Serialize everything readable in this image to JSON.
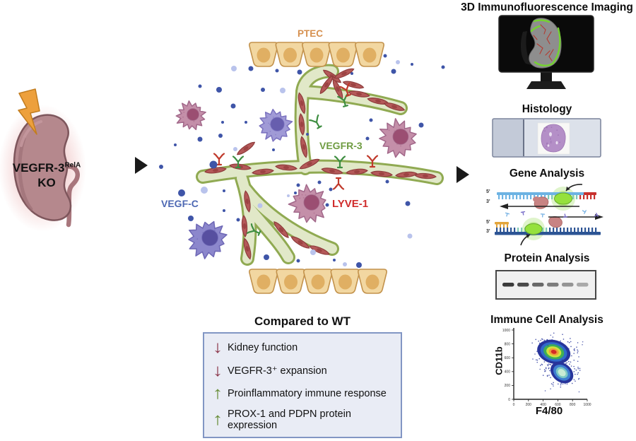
{
  "left": {
    "kidney_line1": "VEGFR-3",
    "kidney_sup": "RelA",
    "kidney_line2": "KO"
  },
  "center": {
    "ptec_label": "PTEC",
    "vegfc_label": "VEGF-C",
    "vegfr3_label": "VEGFR-3",
    "lyve1_label": "LYVE-1"
  },
  "comparison": {
    "title": "Compared to WT",
    "items": [
      {
        "arrow": "↓",
        "dir": "down",
        "text": "Kidney function"
      },
      {
        "arrow": "↓",
        "dir": "down",
        "text": "VEGFR-3⁺ expansion"
      },
      {
        "arrow": "↑",
        "dir": "up",
        "text": "Proinflammatory immune response"
      },
      {
        "arrow": "↑",
        "dir": "up",
        "text": "PROX-1 and PDPN protein expression"
      }
    ]
  },
  "right": {
    "titles": [
      "3D Immunofluorescence Imaging",
      "Histology",
      "Gene Analysis",
      "Protein Analysis",
      "Immune Cell Analysis"
    ]
  },
  "gene_analysis": {
    "labels": [
      "5'",
      "3'",
      "5'",
      "3'"
    ]
  },
  "protein": {
    "bands": [
      "#3a3a3a",
      "#4a4a4a",
      "#686868",
      "#7d7d7d",
      "#949494",
      "#a9a9a9"
    ]
  },
  "chart_data": {
    "type": "scatter",
    "subtype": "flow-cytometry-density",
    "title": "Immune Cell Analysis",
    "xlabel": "F4/80",
    "ylabel": "CD11b",
    "xlim": [
      0,
      1000
    ],
    "ylim": [
      0,
      1000
    ],
    "xticks": [
      0,
      200,
      400,
      600,
      800,
      1000
    ],
    "yticks": [
      0,
      200,
      400,
      600,
      800,
      1000
    ],
    "populations": [
      {
        "name": "CD11b-high dense population (red core)",
        "cx": 545,
        "cy": 685,
        "rx": 230,
        "ry": 170,
        "rot": 15,
        "layers": [
          {
            "color": "#27349b",
            "s": 1
          },
          {
            "color": "#2f6ac9",
            "s": 0.8
          },
          {
            "color": "#3fae55",
            "s": 0.62
          },
          {
            "color": "#cfe23c",
            "s": 0.45
          },
          {
            "color": "#ef9f3b",
            "s": 0.3
          },
          {
            "color": "#d32b26",
            "s": 0.17
          }
        ]
      },
      {
        "name": "F4/80-high population (pale core)",
        "cx": 655,
        "cy": 385,
        "rx": 170,
        "ry": 135,
        "rot": 38,
        "layers": [
          {
            "color": "#27349b",
            "s": 1
          },
          {
            "color": "#3e7fd0",
            "s": 0.75
          },
          {
            "color": "#7cc9c4",
            "s": 0.52
          },
          {
            "color": "#c8ecd4",
            "s": 0.34
          }
        ]
      }
    ]
  },
  "colors": {
    "dot_dark": "#3f55a8",
    "dot_light": "#b9c3ec",
    "vessel_edge": "#90aa52",
    "vessel_fill": "#e1e8c8",
    "spindle_fill": "#b45959",
    "spindle_edge": "#8e3b3b",
    "ab_green": "#3e8e41",
    "ab_red": "#c0392b",
    "ptec_fill": "#f2d7a1",
    "ptec_edge": "#c3924c",
    "ptec_nucleus": "#e0af63",
    "kidney_fill": "#b5888d",
    "lightning": "#eda03c",
    "box_bg": "#e9ecf5",
    "box_border": "#8296c4",
    "down_arrow": "#8e3c50",
    "up_arrow": "#6a8f3c"
  },
  "scene": {
    "ptec_rows": [
      {
        "y": 77,
        "start": 373,
        "step": 37.5,
        "count": 5
      },
      {
        "y": 398,
        "start": 373,
        "step": 38.5,
        "count": 5
      }
    ],
    "dots": [
      [
        355,
        97,
        3.5,
        0
      ],
      [
        392,
        100,
        2.5,
        0
      ],
      [
        424,
        102,
        3.5,
        0
      ],
      [
        331,
        97,
        4,
        1
      ],
      [
        310,
        127,
        4,
        0
      ],
      [
        330,
        150,
        3.5,
        0
      ],
      [
        372,
        127,
        3,
        0
      ],
      [
        400,
        128,
        4,
        1
      ],
      [
        283,
        122,
        2.5,
        0
      ],
      [
        498,
        104,
        2,
        0
      ],
      [
        545,
        79,
        2.5,
        0
      ],
      [
        563,
        88,
        3,
        1
      ],
      [
        583,
        91,
        2,
        0
      ],
      [
        557,
        101,
        3.5,
        0
      ],
      [
        596,
        177,
        3.5,
        0
      ],
      [
        627,
        95,
        2.5,
        0
      ],
      [
        315,
        173,
        2,
        0
      ],
      [
        348,
        173,
        2,
        0
      ],
      [
        312,
        192,
        3,
        0
      ],
      [
        283,
        197,
        3.5,
        0
      ],
      [
        333,
        211,
        3,
        1
      ],
      [
        387,
        212,
        2,
        0
      ],
      [
        302,
        233,
        5.5,
        0
      ],
      [
        228,
        236,
        3,
        0
      ],
      [
        257,
        273,
        5,
        0
      ],
      [
        270,
        309,
        4,
        0
      ],
      [
        289,
        269,
        5,
        1
      ],
      [
        317,
        270,
        2,
        0
      ],
      [
        317,
        298,
        2,
        0
      ],
      [
        337,
        311,
        2.5,
        0
      ],
      [
        368,
        291,
        3.5,
        1
      ],
      [
        248,
        205,
        2,
        0
      ],
      [
        422,
        262,
        2.5,
        0
      ],
      [
        452,
        258,
        2.5,
        0
      ],
      [
        468,
        268,
        2.5,
        0
      ],
      [
        463,
        290,
        2.5,
        0
      ],
      [
        418,
        273,
        2,
        0
      ],
      [
        408,
        277,
        2,
        1
      ],
      [
        525,
        170,
        2.5,
        0
      ],
      [
        548,
        257,
        2.5,
        0
      ],
      [
        577,
        288,
        3.5,
        0
      ],
      [
        580,
        334,
        3.5,
        1
      ],
      [
        435,
        190,
        2,
        0
      ],
      [
        520,
        196,
        2.5,
        0
      ],
      [
        377,
        364,
        4,
        0
      ],
      [
        422,
        369,
        2.5,
        0
      ],
      [
        473,
        368,
        2,
        0
      ],
      [
        508,
        375,
        4,
        0
      ],
      [
        443,
        357,
        4,
        1
      ],
      [
        488,
        374,
        3,
        1
      ]
    ],
    "cells": [
      [
        270,
        164,
        20,
        "maroon"
      ],
      [
        389,
        178,
        23,
        "purple"
      ],
      [
        563,
        196,
        26,
        "maroon"
      ],
      [
        437,
        289,
        26,
        "maroon"
      ],
      [
        293,
        339,
        27,
        "blue"
      ]
    ],
    "cell_palette": {
      "purple": {
        "fill": "#a09ad6",
        "edge": "#7b72bf",
        "nuc": "#675eae"
      },
      "blue": {
        "fill": "#8c87cc",
        "edge": "#6d67b5",
        "nuc": "#574fa0"
      },
      "maroon": {
        "fill": "#c48fa9",
        "edge": "#a2688a",
        "nuc": "#9b4e72"
      }
    },
    "spindles": [
      [
        305,
        241,
        -8
      ],
      [
        340,
        236,
        8
      ],
      [
        372,
        243,
        -6
      ],
      [
        405,
        237,
        6
      ],
      [
        438,
        232,
        -25
      ],
      [
        470,
        242,
        10
      ],
      [
        505,
        243,
        -6
      ],
      [
        540,
        246,
        6
      ],
      [
        575,
        247,
        -5
      ],
      [
        602,
        249,
        4
      ],
      [
        430,
        208,
        78
      ],
      [
        427,
        176,
        84
      ],
      [
        427,
        146,
        76
      ],
      [
        470,
        108,
        35
      ],
      [
        487,
        104,
        -25
      ],
      [
        500,
        120,
        15
      ],
      [
        478,
        126,
        65
      ],
      [
        462,
        120,
        -55
      ],
      [
        508,
        133,
        10
      ],
      [
        535,
        143,
        12
      ],
      [
        558,
        151,
        18
      ],
      [
        350,
        285,
        80
      ],
      [
        346,
        320,
        86
      ],
      [
        350,
        352,
        75
      ],
      [
        398,
        325,
        48
      ],
      [
        425,
        343,
        32
      ],
      [
        452,
        354,
        22
      ],
      [
        348,
        210,
        -35
      ]
    ],
    "antibodies": [
      [
        337,
        237,
        0,
        "green"
      ],
      [
        481,
        237,
        0,
        "green"
      ],
      [
        452,
        180,
        -30,
        "green"
      ],
      [
        489,
        150,
        -15,
        "green"
      ],
      [
        367,
        330,
        -65,
        "green"
      ],
      [
        310,
        233,
        0,
        "red"
      ],
      [
        527,
        236,
        0,
        "red"
      ],
      [
        493,
        135,
        -20,
        "red"
      ],
      [
        479,
        252,
        180,
        "red"
      ]
    ]
  }
}
